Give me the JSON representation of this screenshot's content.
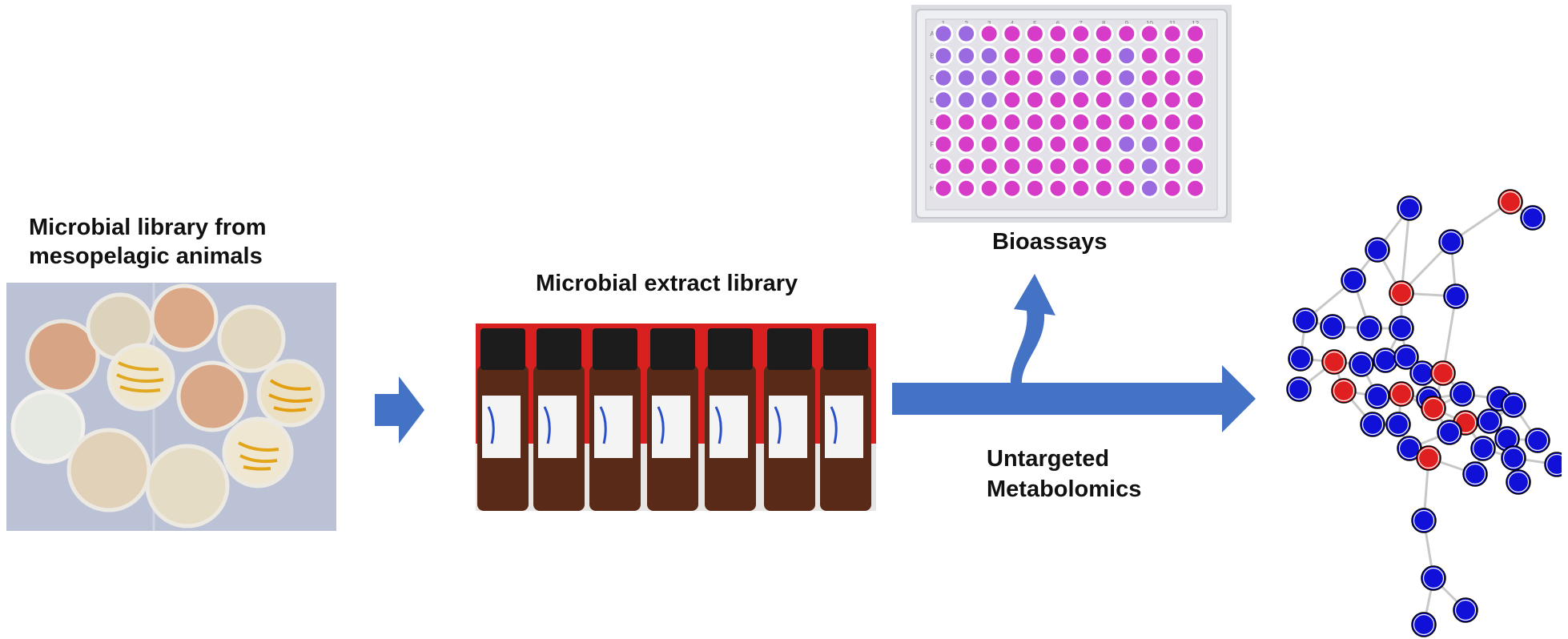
{
  "labels": {
    "library_title_line1": "Microbial library from",
    "library_title_line2": "mesopelagic animals",
    "extract_title": "Microbial extract library",
    "bioassays": "Bioassays",
    "metabolomics_line1": "Untargeted",
    "metabolomics_line2": "Metabolomics"
  },
  "plate": {
    "row_letters": [
      "A",
      "B",
      "C",
      "D",
      "E",
      "F",
      "G",
      "H"
    ],
    "col_numbers": [
      "1",
      "2",
      "3",
      "4",
      "5",
      "6",
      "7",
      "8",
      "9",
      "10",
      "11",
      "12"
    ],
    "well_pink": "#d63cc8",
    "well_purple": "#9a6be0"
  },
  "colors": {
    "arrow_blue": "#4472c4",
    "node_blue": "#1010d8",
    "node_red": "#e02020",
    "edge_gray": "#c8c8c8",
    "vial_cap": "#1c1c1c",
    "vial_glass": "#5a2a18",
    "backdrop_red": "#d82020"
  }
}
